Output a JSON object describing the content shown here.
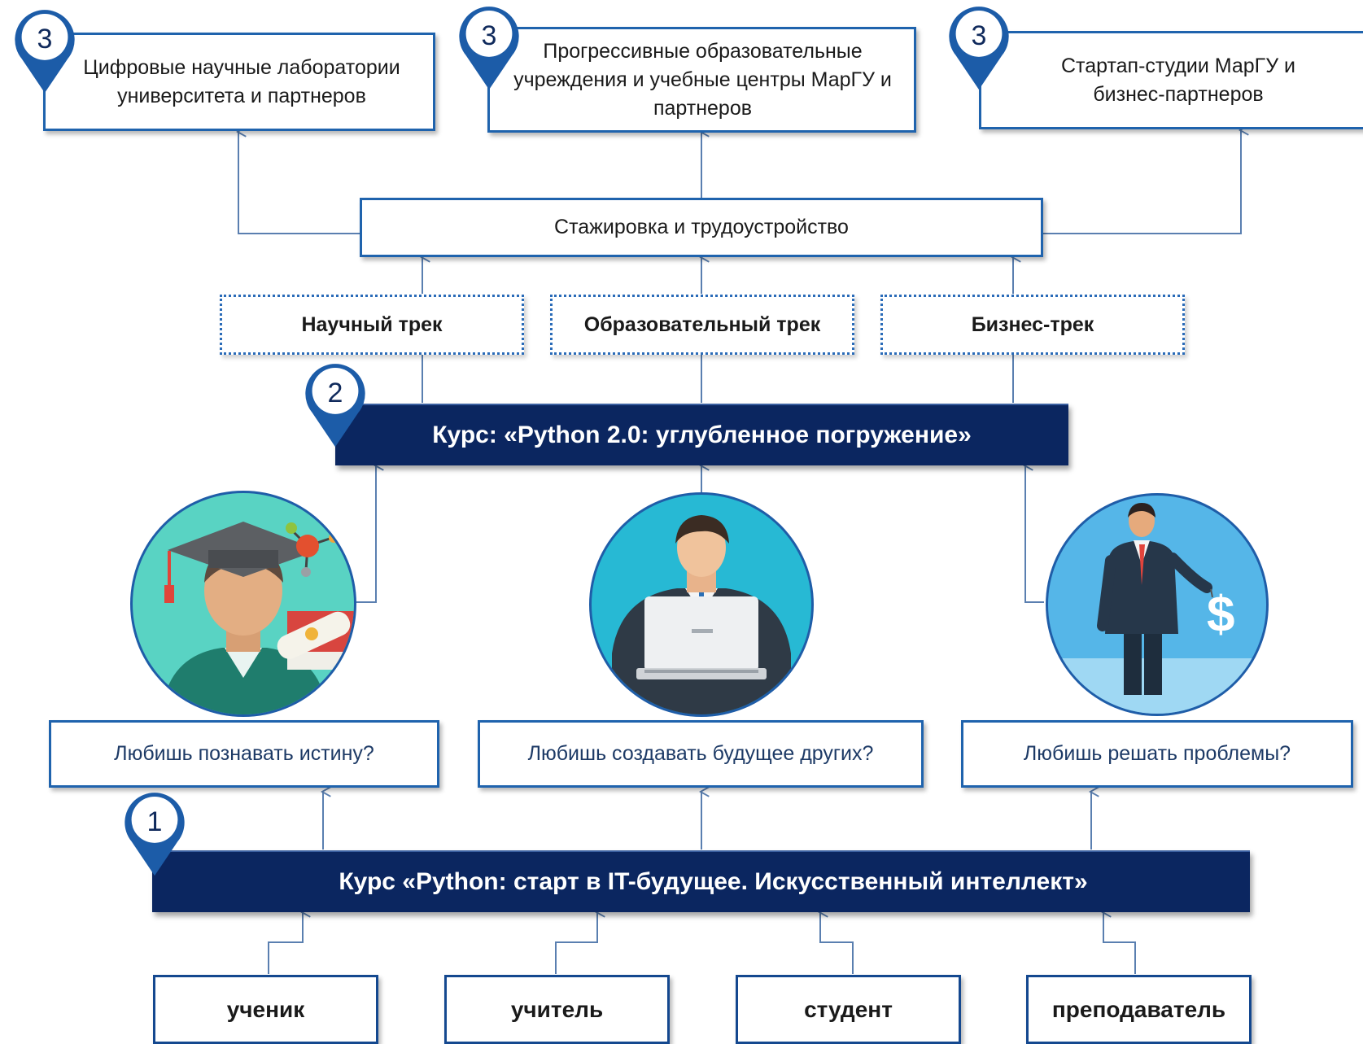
{
  "destinations": [
    {
      "marker": "3",
      "label": "Цифровые научные лаборатории университета и партнеров"
    },
    {
      "marker": "3",
      "label": "Прогрессивные образовательные учреждения и учебные центры МарГУ и партнеров"
    },
    {
      "marker": "3",
      "label": "Стартап-студии МарГУ и бизнес-партнеров"
    }
  ],
  "internship": "Стажировка и трудоустройство",
  "tracks": [
    "Научный трек",
    "Образовательный трек",
    "Бизнес-трек"
  ],
  "course2": {
    "marker": "2",
    "title": "Курс: «Python 2.0: углубленное погружение»"
  },
  "avatars": [
    "graduate-icon",
    "laptop-worker-icon",
    "businessman-dollar-icon"
  ],
  "questions": [
    "Любишь познавать истину?",
    "Любишь создавать будущее других?",
    "Любишь решать проблемы?"
  ],
  "course1": {
    "marker": "1",
    "title": "Курс «Python: старт в IT-будущее. Искусственный интеллект»"
  },
  "roles": [
    "ученик",
    "учитель",
    "студент",
    "преподаватель"
  ],
  "colors": {
    "navy": "#0b2660",
    "blue_border": "#1f63ad",
    "line": "#5a7fb0"
  }
}
